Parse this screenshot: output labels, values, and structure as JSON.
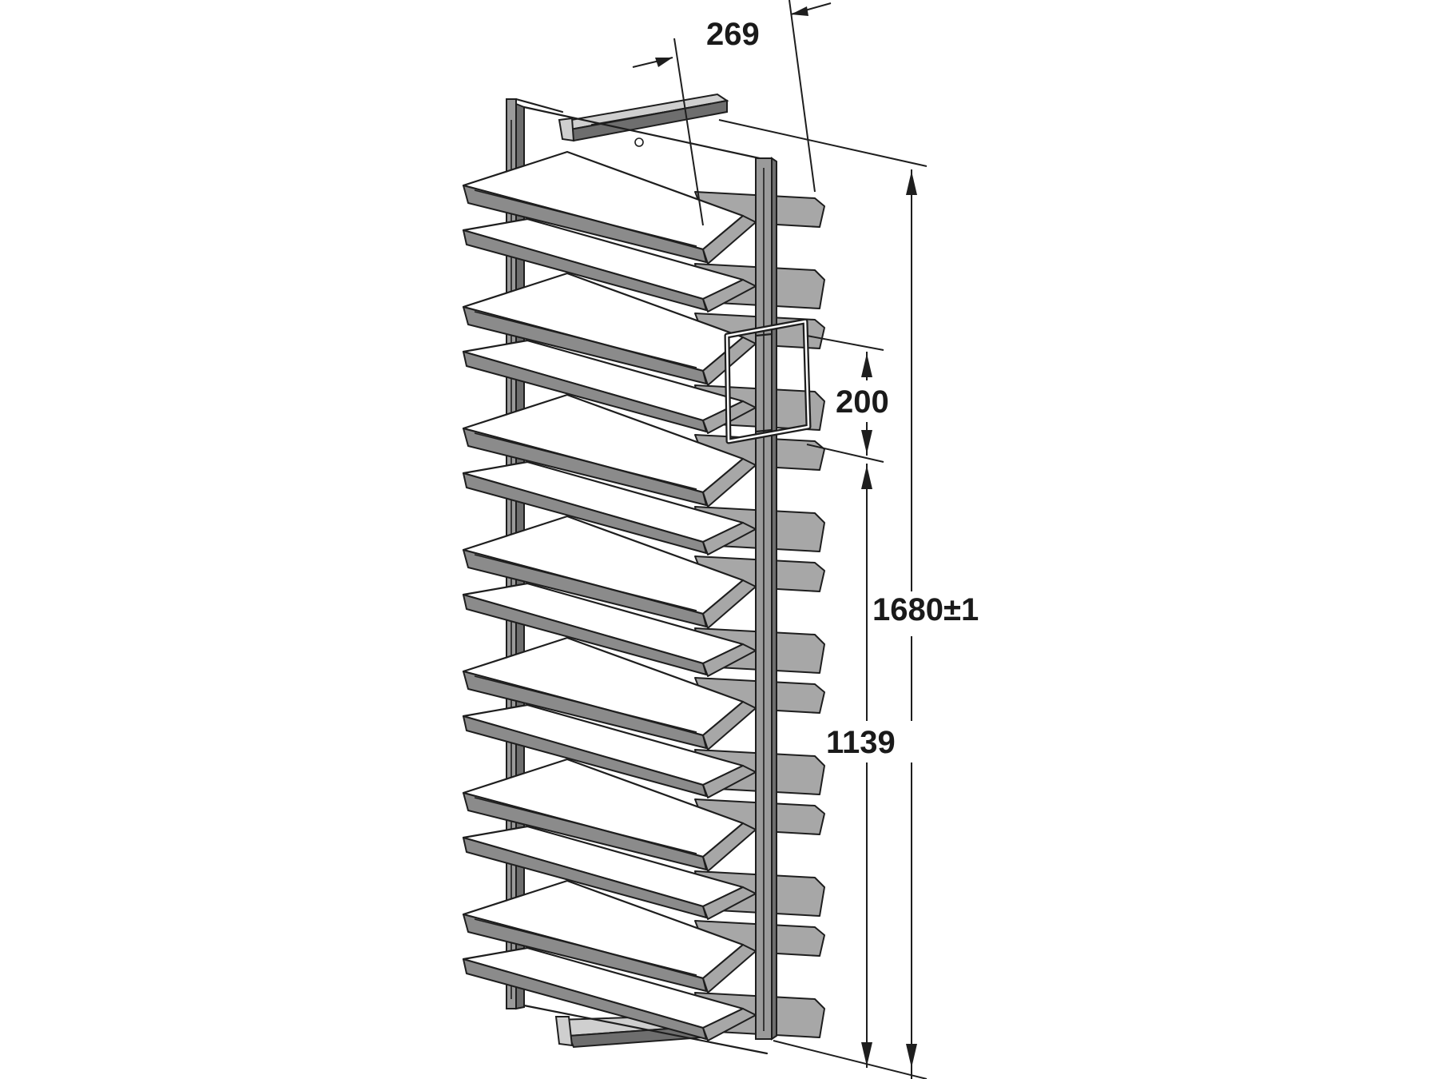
{
  "figure": {
    "subject": "rotating-shoe-rack",
    "tray_count": 14,
    "colors": {
      "line": "#1e1e1e",
      "frame_fill": "#9a9a9a",
      "tray_edge_fill": "#8b8b8b",
      "background": "#ffffff"
    }
  },
  "dimensions": {
    "depth": "269",
    "tray_spacing": "200",
    "bottom_to_handle": "1139",
    "overall_height": "1680±1"
  }
}
